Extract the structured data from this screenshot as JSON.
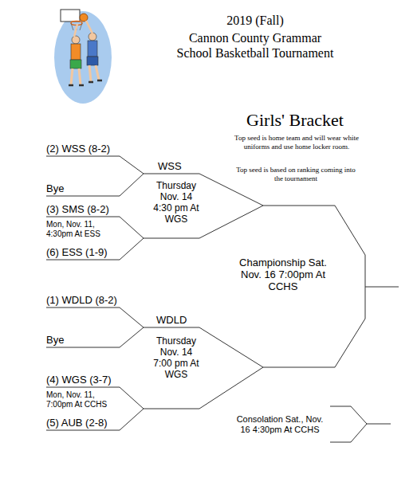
{
  "diagram": {
    "title": "Cannon County Grammar School Basketball Tournament",
    "labels": [
      "2019 (Fall)",
      "Girls' Bracket",
      "Top seed is home team and will wear white uniforms and use home locker room.",
      "Top seed is based on ranking coming into the tournament",
      "(2) WSS (8-2)",
      "Bye",
      "WSS",
      "(3) SMS (8-2)",
      "Mon, Nov. 11, 4:30pm At ESS",
      "(6) ESS (1-9)",
      "Thursday Nov. 14 4:30 pm At WGS",
      "(1) WDLD (8-2)",
      "Bye",
      "WDLD",
      "(4) WGS (3-7)",
      "Mon, Nov. 11, 7:00pm At CCHS",
      "(5) AUB (2-8)",
      "Thursday Nov. 14 7:00 pm At WGS",
      "Championship Sat. Nov. 16 7:00pm At CCHS",
      "Consolation Sat., Nov. 16 4:30pm At CCHS"
    ]
  }
}
